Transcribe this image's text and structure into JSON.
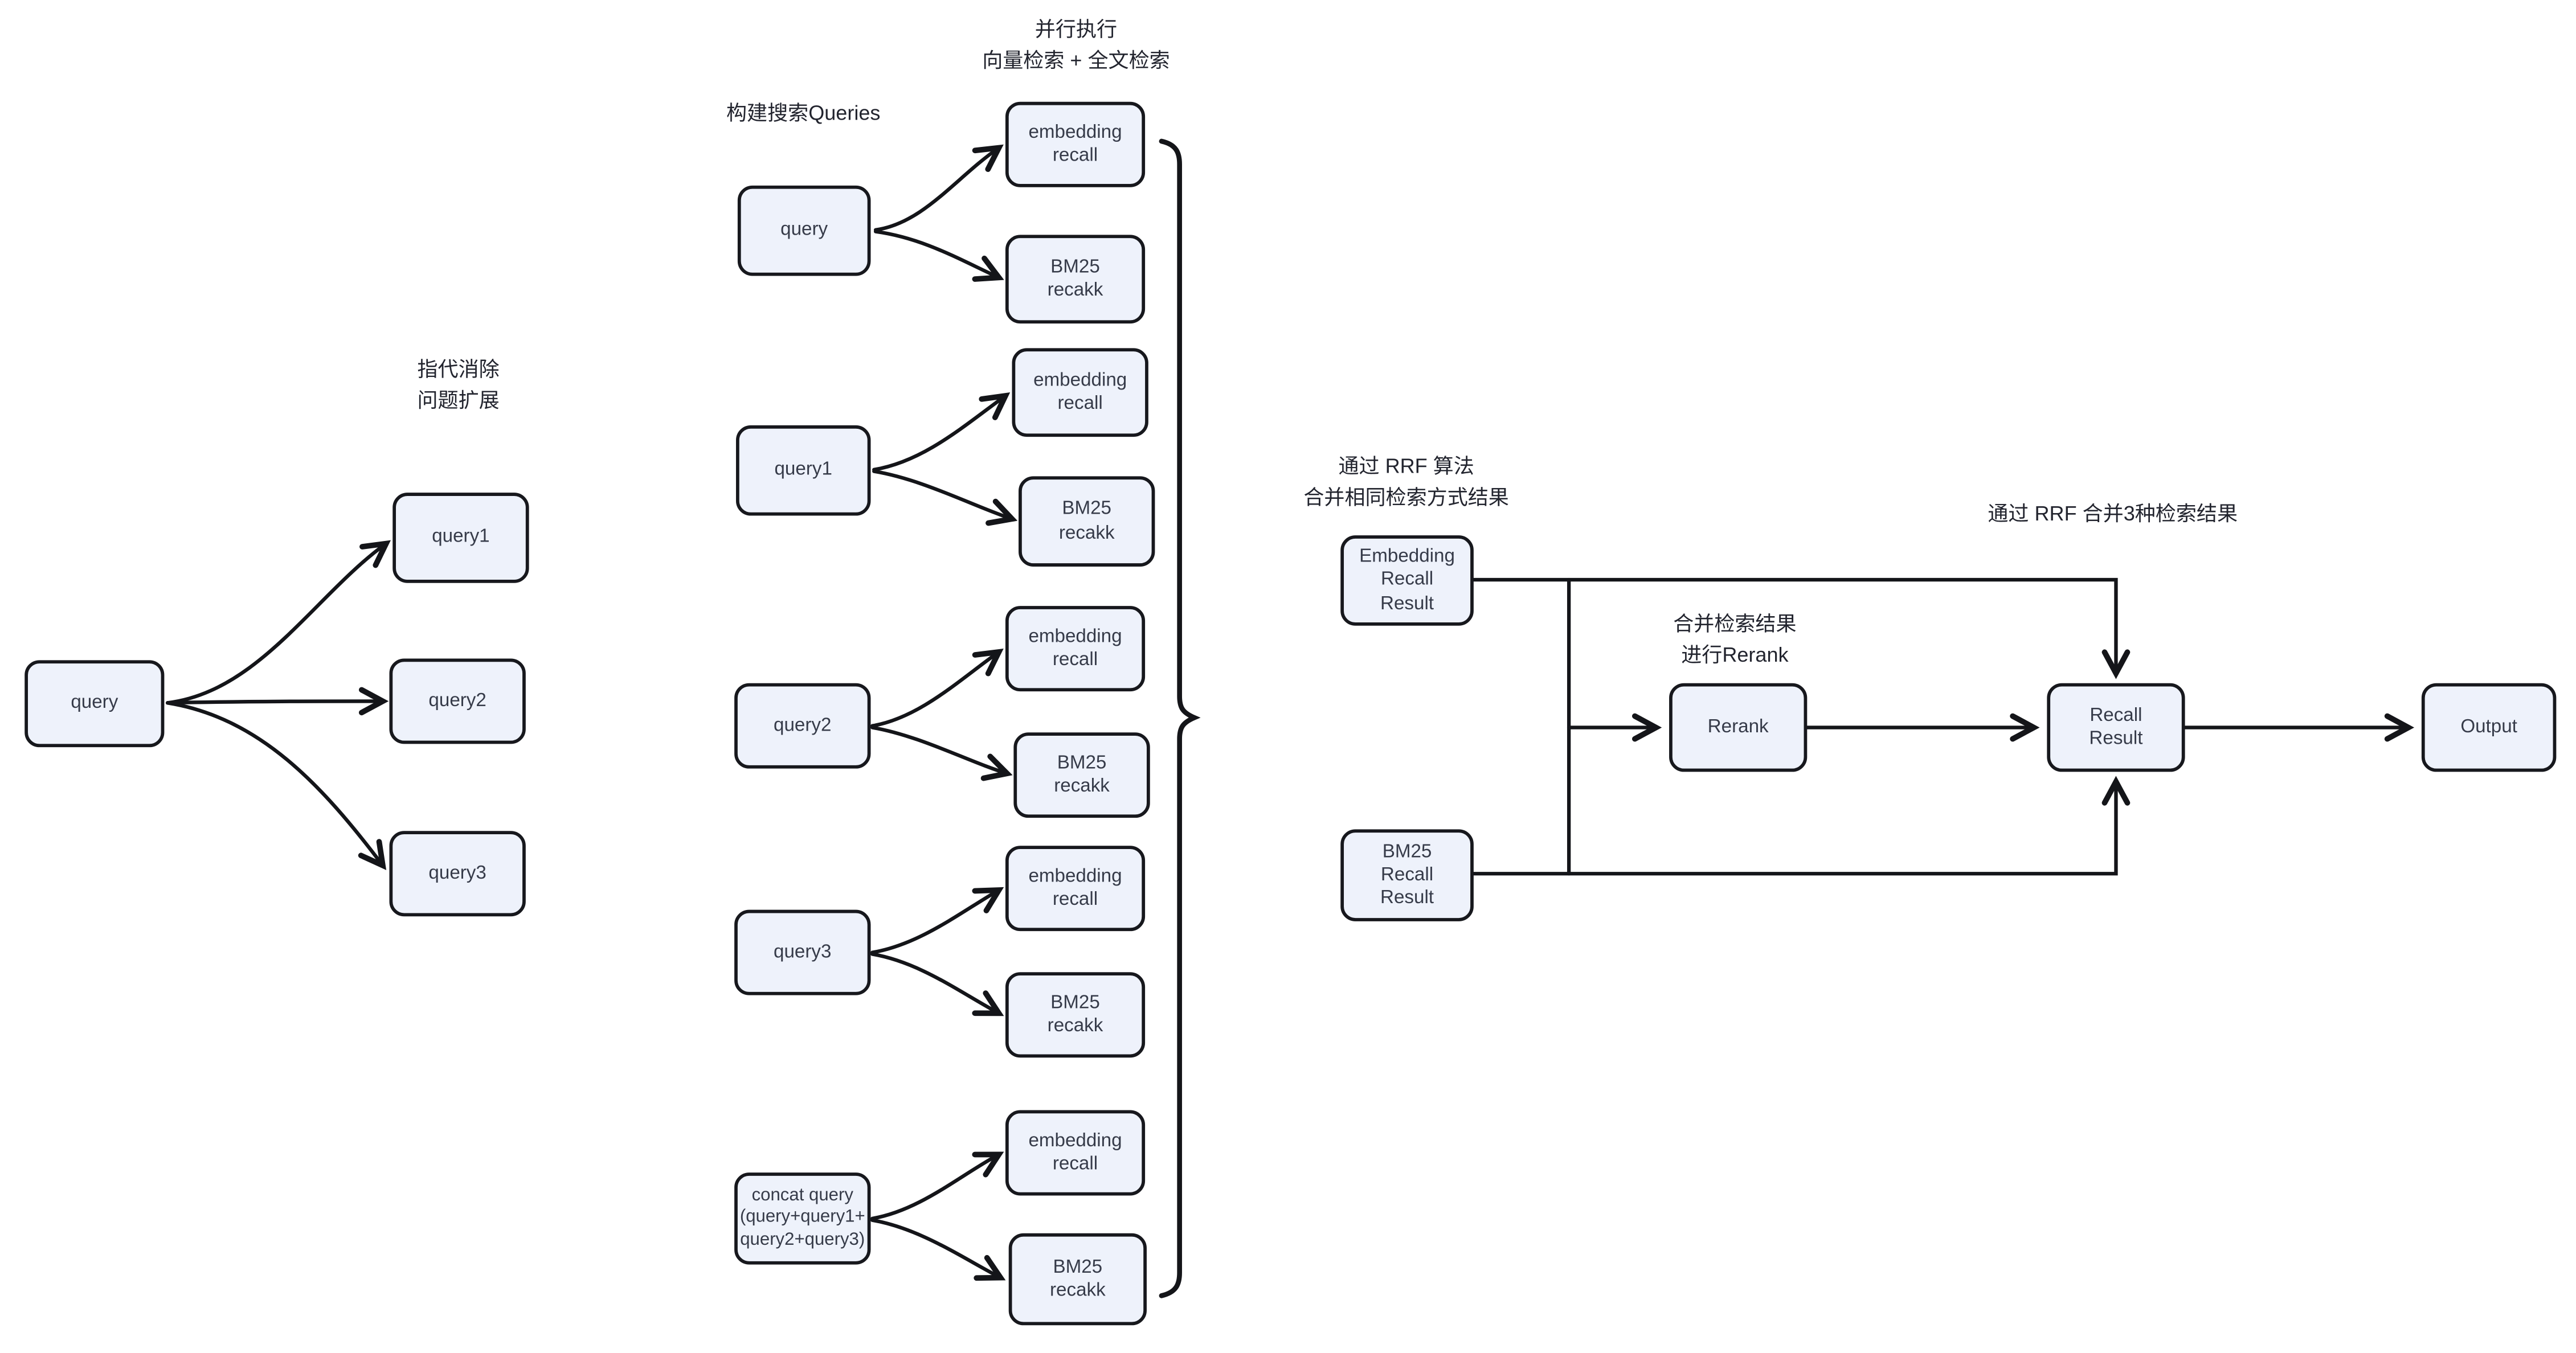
{
  "diagram_title": "hybrid-retrieval-rrf-flow",
  "colors": {
    "background": "#ffffff",
    "node_fill": "#eef2fb",
    "node_border": "#17181d",
    "node_text": "#363b49",
    "annotation_text": "#22242e",
    "connector": "#141519"
  },
  "annotations": {
    "coref": "指代消除\n问题扩展",
    "build_queries": "构建搜索Queries",
    "parallel_exec": "并行执行\n向量检索 + 全文检索",
    "rrf_merge_same": "通过 RRF 算法\n合并相同检索方式结果",
    "merge_rerank": "合并检索结果\n进行Rerank",
    "rrf_merge_three": "通过 RRF 合并3种检索结果"
  },
  "left": {
    "query": "query",
    "query1": "query1",
    "query2": "query2",
    "query3": "query3"
  },
  "middle": {
    "groups": [
      {
        "source": "query",
        "embedding": "embedding\nrecall",
        "bm25": "BM25\nrecakk"
      },
      {
        "source": "query1",
        "embedding": "embedding\nrecall",
        "bm25": "BM25\nrecakk"
      },
      {
        "source": "query2",
        "embedding": "embedding\nrecall",
        "bm25": "BM25\nrecakk"
      },
      {
        "source": "query3",
        "embedding": "embedding\nrecall",
        "bm25": "BM25\nrecakk"
      },
      {
        "source": "concat query\n(query+query1+\nquery2+query3)",
        "embedding": "embedding\nrecall",
        "bm25": "BM25\nrecakk"
      }
    ]
  },
  "right": {
    "embedding_result": "Embedding\nRecall\nResult",
    "bm25_result": "BM25\nRecall\nResult",
    "rerank": "Rerank",
    "recall_result": "Recall\nResult",
    "output": "Output"
  }
}
